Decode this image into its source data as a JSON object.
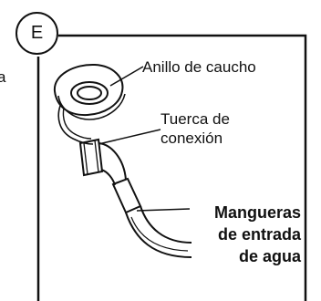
{
  "stray_text": "a",
  "figure": {
    "panel_letter": "E",
    "labels": {
      "rubber_ring": "Anillo de caucho",
      "connection_nut": [
        "Tuerca de",
        "conexión"
      ],
      "inlet_hoses": [
        "Mangueras",
        "de entrada",
        "de agua"
      ]
    }
  }
}
